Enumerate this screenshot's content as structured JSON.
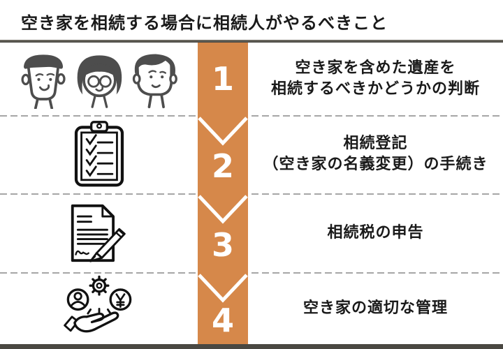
{
  "title": "空き家を相続する場合に相続人がやるべきこと",
  "colors": {
    "accent_orange": "#d6884a",
    "divider_dark": "#4a4842",
    "dash_gray": "#a6a6a6",
    "people_gray": "#4d4d4d",
    "ink": "#111111",
    "text_black": "#1a1a1a",
    "number_white": "#ffffff",
    "bg": "#ffffff"
  },
  "steps": [
    {
      "number": "1",
      "icon": "heirs-family-icon",
      "lines": [
        "空き家を含めた遺産を",
        "相続するべきかどうかの判断"
      ]
    },
    {
      "number": "2",
      "icon": "checklist-clipboard-icon",
      "lines": [
        "相続登記",
        "（空き家の名義変更）の手続き"
      ]
    },
    {
      "number": "3",
      "icon": "document-pen-icon",
      "lines": [
        "相続税の申告"
      ]
    },
    {
      "number": "4",
      "icon": "hand-assets-icon",
      "lines": [
        "空き家の適切な管理"
      ]
    }
  ]
}
